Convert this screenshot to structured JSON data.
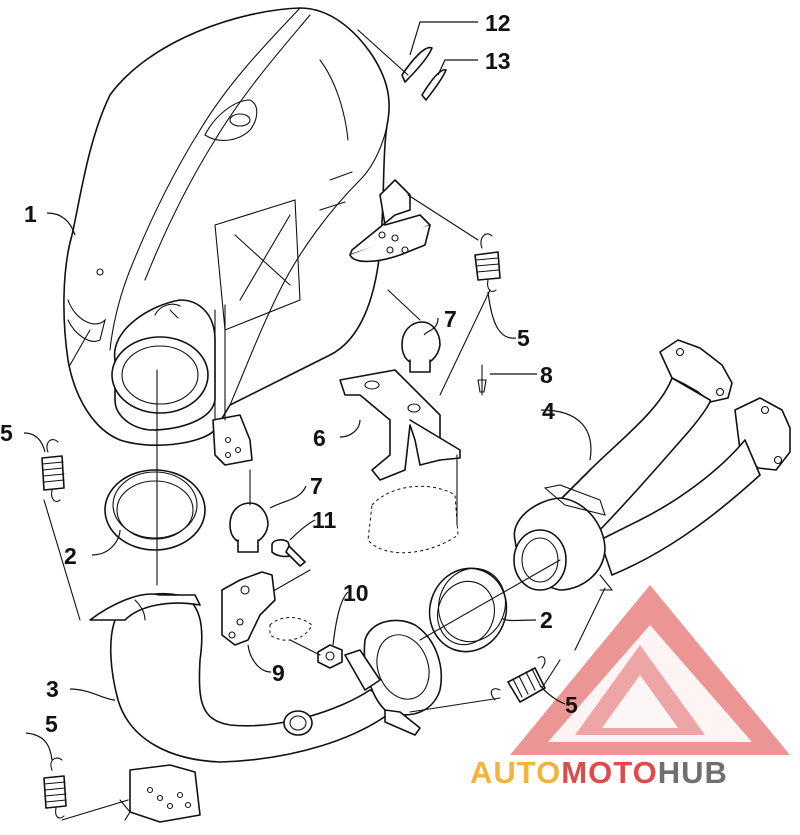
{
  "diagram": {
    "callouts": {
      "c1": "1",
      "c2a": "2",
      "c2b": "2",
      "c3": "3",
      "c4": "4",
      "c5a": "5",
      "c5b": "5",
      "c5c": "5",
      "c5d": "5",
      "c6": "6",
      "c7a": "7",
      "c7b": "7",
      "c8": "8",
      "c9": "9",
      "c10": "10",
      "c11": "11",
      "c12": "12",
      "c13": "13"
    }
  },
  "watermark": {
    "word_1": "AUTO",
    "word_2": "MOTO",
    "word_3": "HUB",
    "colors": {
      "logo_red": "#e05a5a",
      "text_gold": "#f2b43c",
      "text_red": "#e04a4a",
      "text_gray": "#6f6f6f"
    }
  }
}
